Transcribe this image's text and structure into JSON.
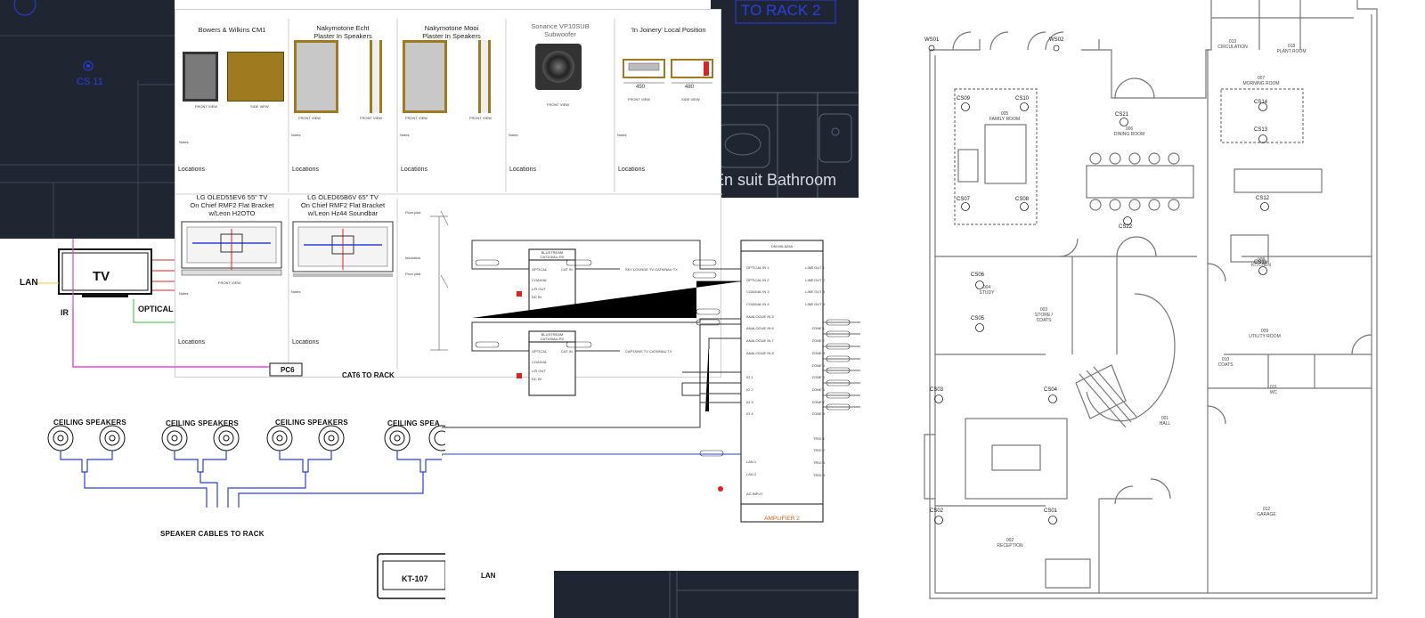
{
  "cad_top_left": {
    "label_cs": "CS 11",
    "label_rack": "TO RACK 2",
    "bathroom": "En suit Bathroom"
  },
  "spec_sheets": {
    "row1": [
      {
        "title": "Bowers & Wilkins CM1",
        "views": [
          "FRONT VIEW",
          "SIDE VIEW"
        ],
        "locations": "Locations"
      },
      {
        "title": "Nakymotone Echt\nPlaster In Speakers",
        "views": [
          "FRONT VIEW",
          "FRONT VIEW"
        ],
        "locations": "Locations"
      },
      {
        "title": "Nakymotone Mooi\nPlaster In Speakers",
        "views": [
          "FRONT VIEW",
          "FRONT VIEW"
        ],
        "locations": "Locations"
      },
      {
        "title": "Sonance VP10SUB\nSubwoofer",
        "views": [
          "FRONT VIEW"
        ],
        "locations": "Locations"
      },
      {
        "title": "'In Joinery' Local Position",
        "dims": [
          "450",
          "480"
        ],
        "views": [
          "FRONT VIEW",
          "SIDE VIEW"
        ],
        "locations": "Locations"
      }
    ],
    "row2": [
      {
        "title": "LG OLED55EV6 55\" TV\nOn Chief RMF2 Flat Bracket\nw/Leon H2OTO",
        "views": [
          "FRONT VIEW"
        ],
        "locations": "Locations"
      },
      {
        "title": "LG OLED65B6V 65\" TV\nOn Chief RMF2 Flat Bracket\nw/Leon Hz44 Soundbar",
        "views": [],
        "locations": "Locations"
      }
    ],
    "notes_label": "Notes",
    "section_labels": [
      "Floor joist",
      "Insulation",
      "Floor joist"
    ]
  },
  "av_schematic": {
    "tv": "TV",
    "lan": "LAN",
    "ir": "IR",
    "optical": "OPTICAL",
    "pc_label": "PC6",
    "cat_label": "CAT6 TO RACK",
    "ceiling": [
      "CEILING SPEAKERS",
      "CEILING SPEAKERS",
      "CEILING SPEAKERS",
      "CEILING SPEA"
    ],
    "speaker_cables": "SPEAKER CABLES TO RACK",
    "keypad": "KT-107",
    "keypad_lan": "LAN"
  },
  "wiring": {
    "receivers": [
      {
        "title": "BLUSTREAM\nCAT100AU-RX",
        "ports_left": [
          "OPTICAL",
          "COAXIAL",
          "L/R OUT",
          "DC IN"
        ],
        "port_right": "CAT IN",
        "feed": "SKY LOUNGE TV CAT6/NAU TX"
      },
      {
        "title": "BLUSTREAM\nCAT100AU-RX",
        "ports_left": [
          "OPTICAL",
          "COAXIAL",
          "L/R OUT",
          "DC IN"
        ],
        "port_right": "CAT IN",
        "feed": "CAPTAINS TV CAT6/NAU TX"
      }
    ],
    "amplifier": {
      "title": "DM-MA-825A",
      "inputs": [
        "OPTICAL IN 1",
        "OPTICAL IN 2",
        "COAXIAL IN 3",
        "COAXIAL IN 4",
        "ANALOGUE IN 5",
        "ANALOGUE IN 6",
        "ANALOGUE IN 7",
        "ANALOGUE IN 8",
        "IO 1",
        "IO 2",
        "IO 3",
        "IO 4",
        "LAN 1",
        "LAN 2",
        "AC INPUT"
      ],
      "outputs": [
        "LINE OUT 1",
        "LINE OUT 2",
        "LINE OUT 3",
        "LINE OUT 4",
        "ZONE 1",
        "ZONE 2",
        "ZONE 3",
        "ZONE 4",
        "ZONE 5",
        "ZONE 6",
        "ZONE 7",
        "ZONE 8",
        "TRIG 1",
        "TRIG 2",
        "TRIG 3",
        "TRIG 4"
      ],
      "footer": "AMPLIFIER 2"
    }
  },
  "floor_plan": {
    "rooms": [
      {
        "id": "013",
        "name": "CIRCULATION"
      },
      {
        "id": "018",
        "name": "PLANT ROOM"
      },
      {
        "id": "005",
        "name": "FAMILY ROOM"
      },
      {
        "id": "006",
        "name": "DINING ROOM"
      },
      {
        "id": "007",
        "name": "MORNING ROOM"
      },
      {
        "id": "004",
        "name": "STUDY"
      },
      {
        "id": "003",
        "name": "STORE / COATS"
      },
      {
        "id": "008",
        "name": "KITCHEN"
      },
      {
        "id": "009",
        "name": "UTILITY ROOM"
      },
      {
        "id": "010",
        "name": "COATS"
      },
      {
        "id": "011",
        "name": "WC"
      },
      {
        "id": "001",
        "name": "HALL"
      },
      {
        "id": "002",
        "name": "RECEPTION"
      },
      {
        "id": "012",
        "name": "GARAGE"
      }
    ],
    "markers": [
      "WS01",
      "WS02",
      "CS09",
      "CS10",
      "CS07",
      "CS08",
      "CS21",
      "CS14",
      "CS13",
      "CS12",
      "CS22",
      "CS11",
      "CS06",
      "CS05",
      "CS03",
      "CS04",
      "CS02",
      "CS01"
    ]
  }
}
